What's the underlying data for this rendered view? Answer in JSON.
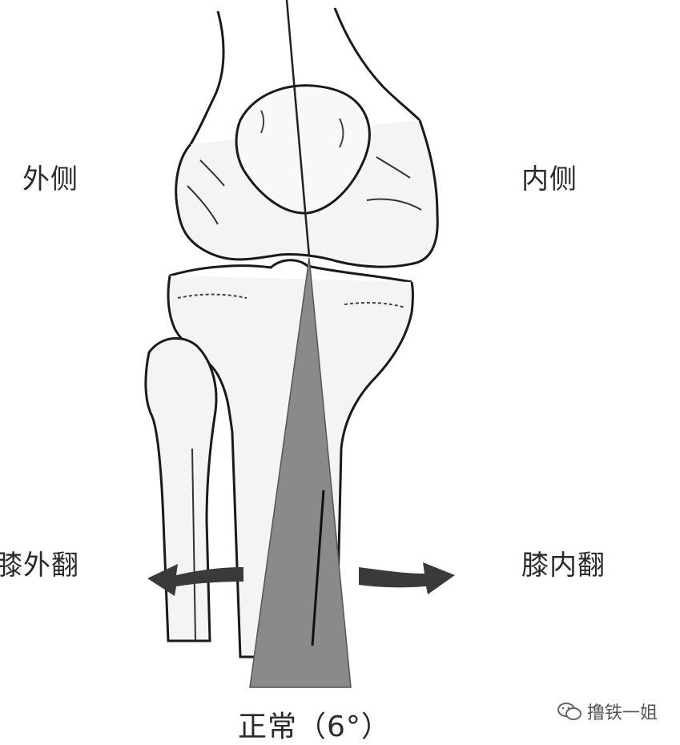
{
  "labels": {
    "lateral": "外侧",
    "medial": "内侧",
    "genu_valgum": "膝外翻",
    "genu_varum": "膝内翻",
    "normal_angle": "正常（6°）"
  },
  "watermark": {
    "text": "撸铁一姐",
    "icon": "wechat-icon"
  },
  "colors": {
    "bone_outline": "#1a1a1a",
    "wedge_fill": "#8a8a8a",
    "arrow_fill": "#3a3a3a",
    "text": "#2a2a2a"
  }
}
